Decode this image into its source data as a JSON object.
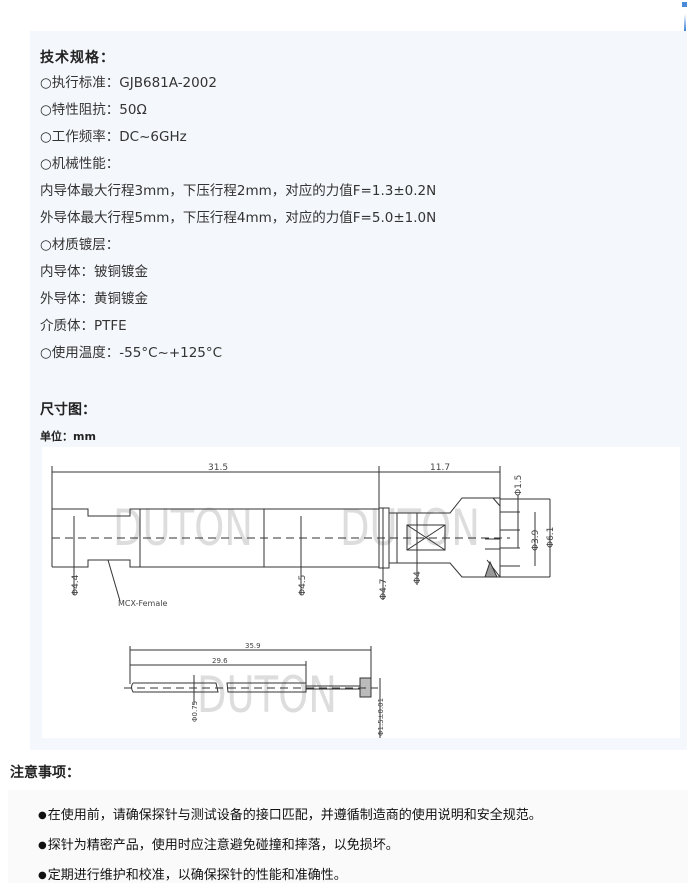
{
  "specs": {
    "title": "技术规格：",
    "items": [
      "○执行标准：GJB681A-2002",
      "○特性阻抗：50Ω",
      "○工作频率：DC~6GHz",
      "○机械性能：",
      "内导体最大行程3mm，下压行程2mm，对应的力值F=1.3±0.2N",
      "外导体最大行程5mm，下压行程4mm，对应的力值F=5.0±1.0N",
      "○材质镀层：",
      "内导体：铍铜镀金",
      "外导体：黄铜镀金",
      "介质体：PTFE",
      "○使用温度：-55°C~+125°C"
    ]
  },
  "dimensions": {
    "title": "尺寸图：",
    "unit": "单位：mm",
    "watermark": "DUTON",
    "labels": {
      "len_main": "31.5",
      "len_head": "11.7",
      "d_44": "Φ4.4",
      "d_45": "Φ4.5",
      "d_47": "Φ4.7",
      "d_4": "Φ4",
      "d_15": "Φ1.5",
      "d_39": "Φ3.9",
      "d_61": "Φ6.1",
      "connector": "MCX-Female",
      "pin_total": "35.9",
      "pin_body": "29.6",
      "pin_d075": "Φ0.75",
      "pin_tip": "Φ1.5±0.01"
    }
  },
  "notices": {
    "title": "注意事项：",
    "items": [
      "在使用前，请确保探针与测试设备的接口匹配，并遵循制造商的使用说明和安全规范。",
      "探针为精密产品，使用时应注意避免碰撞和摔落，以免损坏。",
      "定期进行维护和校准，以确保探针的性能和准确性。"
    ]
  }
}
